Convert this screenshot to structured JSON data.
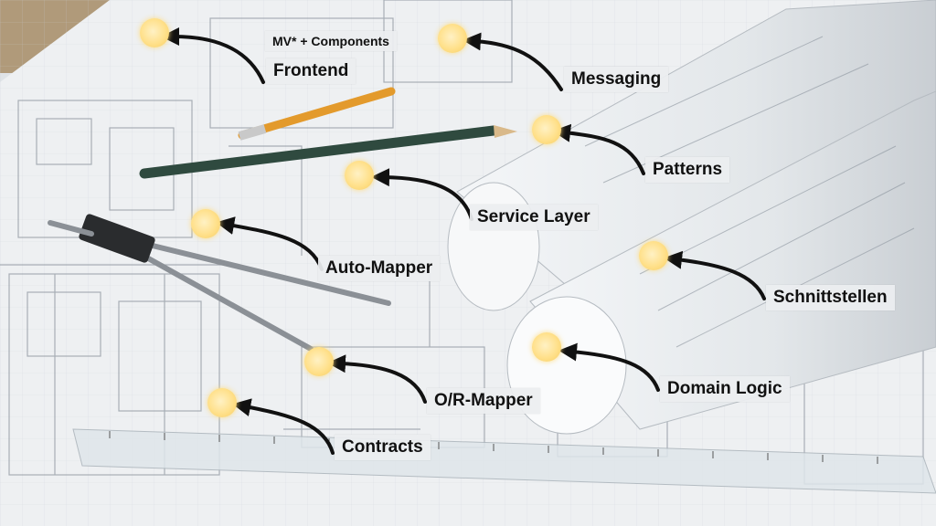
{
  "labels": {
    "mv_components": "MV* + Components",
    "frontend": "Frontend",
    "messaging": "Messaging",
    "patterns": "Patterns",
    "service_layer": "Service Layer",
    "auto_mapper": "Auto-Mapper",
    "schnittstellen": "Schnittstellen",
    "domain_logic": "Domain Logic",
    "or_mapper": "O/R-Mapper",
    "contracts": "Contracts"
  },
  "colors": {
    "marker": "#ffe08a",
    "arrow": "#111111",
    "label_bg": "#eceef0"
  },
  "icons": [
    "marker-dot-icon",
    "curved-arrow-icon"
  ]
}
